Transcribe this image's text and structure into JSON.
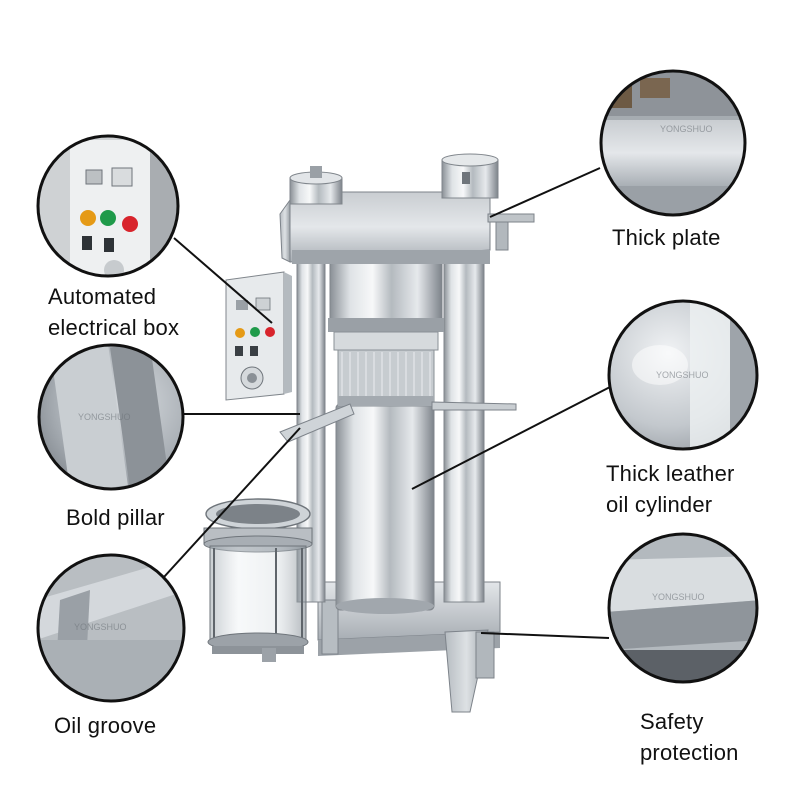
{
  "labels": {
    "electrical_box": [
      "Automated",
      "electrical box"
    ],
    "bold_pillar": [
      "Bold pillar"
    ],
    "oil_groove": [
      "Oil groove"
    ],
    "thick_plate": [
      "Thick plate"
    ],
    "cylinder": [
      "Thick leather",
      "oil cylinder"
    ],
    "safety": [
      "Safety",
      "protection"
    ]
  },
  "watermark": "YONGSHUO",
  "colors": {
    "steel_light": "#eef1f3",
    "steel_mid": "#b9bec3",
    "steel_dark": "#6f757b",
    "panel_red": "#d8242c",
    "panel_green": "#1f9a4a",
    "panel_orange": "#e59a16",
    "leader_line": "#111111"
  }
}
